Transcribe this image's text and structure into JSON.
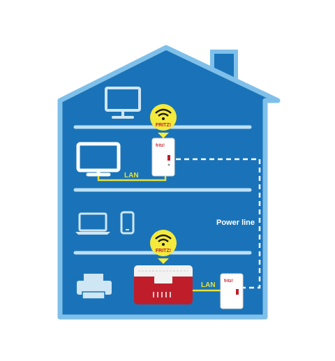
{
  "labels": {
    "lan_top": "LAN",
    "lan_bottom": "LAN",
    "power_line": "Power line",
    "badge_top": "FRITZ!",
    "badge_bottom": "FRITZ!",
    "adapter_brand": "fritz!"
  },
  "colors": {
    "house_fill": "#1a73b8",
    "house_outline": "#7fc0ea",
    "floor_line": "#bde0f6",
    "icon_light": "#cfe6f5",
    "icon_white": "#ffffff",
    "lan_cable": "#e8e23a",
    "badge_yellow": "#f4ea3c",
    "router_red": "#c01d2b",
    "adapter_white": "#ffffff"
  },
  "icons": {
    "top_floor": [
      "monitor-icon"
    ],
    "second_floor": [
      "tv-icon",
      "powerline-adapter-icon",
      "wifi-badge-icon"
    ],
    "third_floor": [
      "laptop-icon",
      "smartphone-icon"
    ],
    "ground_floor": [
      "printer-icon",
      "router-icon",
      "wifi-badge-icon",
      "powerline-adapter-icon"
    ]
  }
}
